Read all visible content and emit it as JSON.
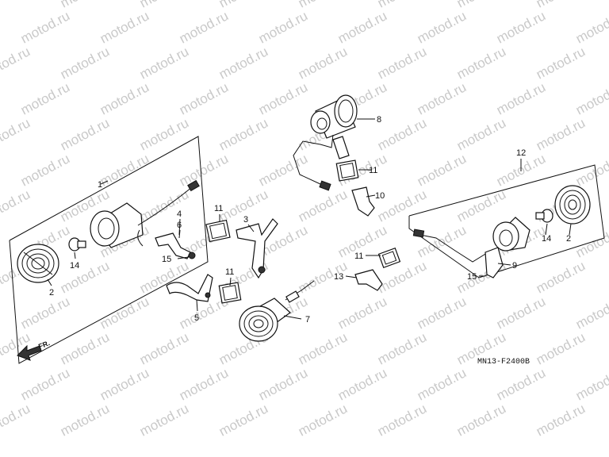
{
  "diagram": {
    "drawing_code": "MN13-F2400B",
    "direction_label": "FR.",
    "watermark_text": "motod.ru",
    "callouts": [
      {
        "id": "c1",
        "text": "1"
      },
      {
        "id": "c2a",
        "text": "2"
      },
      {
        "id": "c2b",
        "text": "2"
      },
      {
        "id": "c3",
        "text": "3"
      },
      {
        "id": "c4",
        "text": "4"
      },
      {
        "id": "c5",
        "text": "5"
      },
      {
        "id": "c6",
        "text": "6"
      },
      {
        "id": "c7",
        "text": "7"
      },
      {
        "id": "c8",
        "text": "8"
      },
      {
        "id": "c9",
        "text": "9"
      },
      {
        "id": "c10",
        "text": "10"
      },
      {
        "id": "c11a",
        "text": "11"
      },
      {
        "id": "c11b",
        "text": "11"
      },
      {
        "id": "c11c",
        "text": "11"
      },
      {
        "id": "c11d",
        "text": "11"
      },
      {
        "id": "c12",
        "text": "12"
      },
      {
        "id": "c13",
        "text": "13"
      },
      {
        "id": "c14a",
        "text": "14"
      },
      {
        "id": "c14b",
        "text": "14"
      },
      {
        "id": "c15a",
        "text": "15"
      },
      {
        "id": "c15b",
        "text": "15"
      }
    ]
  }
}
